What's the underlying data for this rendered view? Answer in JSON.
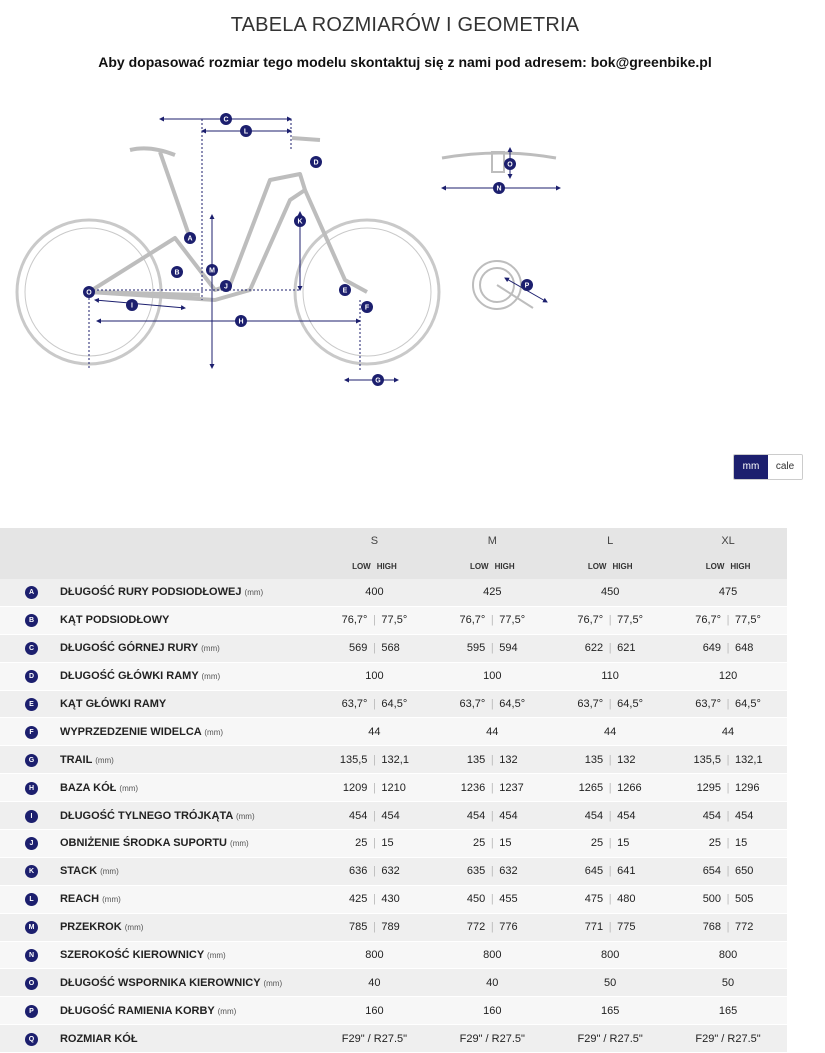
{
  "header": {
    "title": "TABELA ROZMIARÓW I GEOMETRIA",
    "subtitle": "Aby dopasować rozmiar tego modelu skontaktuj się z nami pod adresem: bok@greenbike.pl"
  },
  "diagram_labels": [
    "A",
    "B",
    "C",
    "D",
    "E",
    "F",
    "G",
    "H",
    "I",
    "J",
    "K",
    "L",
    "M",
    "N",
    "O",
    "P"
  ],
  "units": {
    "mm": "mm",
    "cale": "cale",
    "selected": "mm"
  },
  "table": {
    "sizes": [
      "S",
      "M",
      "L",
      "XL"
    ],
    "low_label": "LOW",
    "high_label": "HIGH",
    "separator": "|",
    "rows": [
      {
        "letter": "A",
        "label": "DŁUGOŚĆ RURY PODSIODŁOWEJ",
        "unit": "(mm)",
        "values": [
          [
            "400"
          ],
          [
            "425"
          ],
          [
            "450"
          ],
          [
            "475"
          ]
        ]
      },
      {
        "letter": "B",
        "label": "KĄT PODSIODŁOWY",
        "unit": "",
        "values": [
          [
            "76,7°",
            "77,5°"
          ],
          [
            "76,7°",
            "77,5°"
          ],
          [
            "76,7°",
            "77,5°"
          ],
          [
            "76,7°",
            "77,5°"
          ]
        ]
      },
      {
        "letter": "C",
        "label": "DŁUGOŚĆ GÓRNEJ RURY",
        "unit": "(mm)",
        "values": [
          [
            "569",
            "568"
          ],
          [
            "595",
            "594"
          ],
          [
            "622",
            "621"
          ],
          [
            "649",
            "648"
          ]
        ]
      },
      {
        "letter": "D",
        "label": "DŁUGOŚĆ GŁÓWKI RAMY",
        "unit": "(mm)",
        "values": [
          [
            "100"
          ],
          [
            "100"
          ],
          [
            "110"
          ],
          [
            "120"
          ]
        ]
      },
      {
        "letter": "E",
        "label": "KĄT GŁÓWKI RAMY",
        "unit": "",
        "values": [
          [
            "63,7°",
            "64,5°"
          ],
          [
            "63,7°",
            "64,5°"
          ],
          [
            "63,7°",
            "64,5°"
          ],
          [
            "63,7°",
            "64,5°"
          ]
        ]
      },
      {
        "letter": "F",
        "label": "WYPRZEDZENIE WIDELCA",
        "unit": "(mm)",
        "values": [
          [
            "44"
          ],
          [
            "44"
          ],
          [
            "44"
          ],
          [
            "44"
          ]
        ]
      },
      {
        "letter": "G",
        "label": "TRAIL",
        "unit": "(mm)",
        "values": [
          [
            "135,5",
            "132,1"
          ],
          [
            "135",
            "132"
          ],
          [
            "135",
            "132"
          ],
          [
            "135,5",
            "132,1"
          ]
        ]
      },
      {
        "letter": "H",
        "label": "BAZA KÓŁ",
        "unit": "(mm)",
        "values": [
          [
            "1209",
            "1210"
          ],
          [
            "1236",
            "1237"
          ],
          [
            "1265",
            "1266"
          ],
          [
            "1295",
            "1296"
          ]
        ]
      },
      {
        "letter": "I",
        "label": "DŁUGOŚĆ TYLNEGO TRÓJKĄTA",
        "unit": "(mm)",
        "values": [
          [
            "454",
            "454"
          ],
          [
            "454",
            "454"
          ],
          [
            "454",
            "454"
          ],
          [
            "454",
            "454"
          ]
        ]
      },
      {
        "letter": "J",
        "label": "OBNIŻENIE ŚRODKA SUPORTU",
        "unit": "(mm)",
        "values": [
          [
            "25",
            "15"
          ],
          [
            "25",
            "15"
          ],
          [
            "25",
            "15"
          ],
          [
            "25",
            "15"
          ]
        ]
      },
      {
        "letter": "K",
        "label": "STACK",
        "unit": "(mm)",
        "values": [
          [
            "636",
            "632"
          ],
          [
            "635",
            "632"
          ],
          [
            "645",
            "641"
          ],
          [
            "654",
            "650"
          ]
        ]
      },
      {
        "letter": "L",
        "label": "REACH",
        "unit": "(mm)",
        "values": [
          [
            "425",
            "430"
          ],
          [
            "450",
            "455"
          ],
          [
            "475",
            "480"
          ],
          [
            "500",
            "505"
          ]
        ]
      },
      {
        "letter": "M",
        "label": "PRZEKROK",
        "unit": "(mm)",
        "values": [
          [
            "785",
            "789"
          ],
          [
            "772",
            "776"
          ],
          [
            "771",
            "775"
          ],
          [
            "768",
            "772"
          ]
        ]
      },
      {
        "letter": "N",
        "label": "SZEROKOŚĆ KIEROWNICY",
        "unit": "(mm)",
        "values": [
          [
            "800"
          ],
          [
            "800"
          ],
          [
            "800"
          ],
          [
            "800"
          ]
        ]
      },
      {
        "letter": "O",
        "label": "DŁUGOŚĆ WSPORNIKA KIEROWNICY",
        "unit": "(mm)",
        "values": [
          [
            "40"
          ],
          [
            "40"
          ],
          [
            "50"
          ],
          [
            "50"
          ]
        ]
      },
      {
        "letter": "P",
        "label": "DŁUGOŚĆ RAMIENIA KORBY",
        "unit": "(mm)",
        "values": [
          [
            "160"
          ],
          [
            "160"
          ],
          [
            "165"
          ],
          [
            "165"
          ]
        ]
      },
      {
        "letter": "Q",
        "label": "ROZMIAR KÓŁ",
        "unit": "",
        "values": [
          [
            "F29\" / R27.5\""
          ],
          [
            "F29\" / R27.5\""
          ],
          [
            "F29\" / R27.5\""
          ],
          [
            "F29\" / R27.5\""
          ]
        ]
      }
    ]
  }
}
